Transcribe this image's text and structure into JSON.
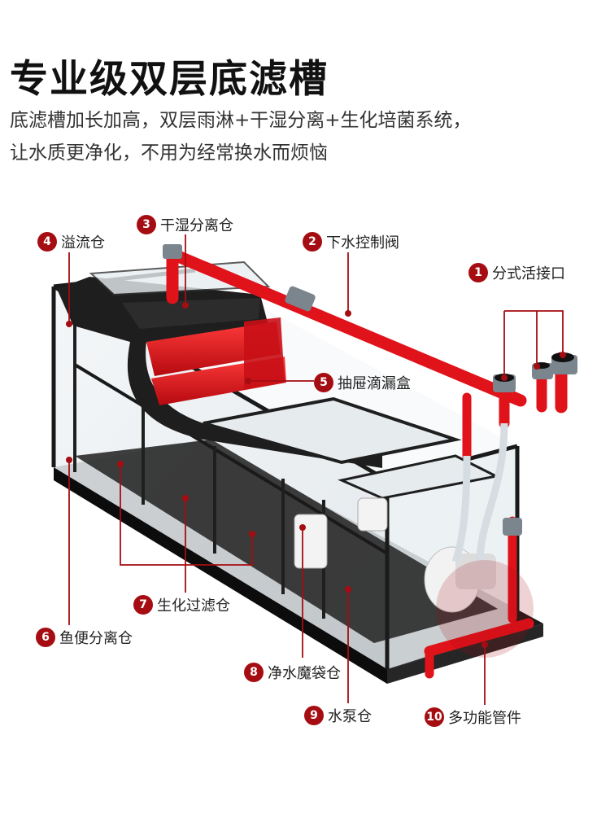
{
  "header": {
    "title": "专业级双层底滤槽",
    "subtitle_line1": "底滤槽加长加高，双层雨淋+干湿分离+生化培菌系统，",
    "subtitle_line2": "让水质更净化，不用为经常换水而烦恼"
  },
  "callouts": [
    {
      "num": "1",
      "text": "分式活接口"
    },
    {
      "num": "2",
      "text": "下水控制阀"
    },
    {
      "num": "3",
      "text": "干湿分离仓"
    },
    {
      "num": "4",
      "text": "溢流仓"
    },
    {
      "num": "5",
      "text": "抽屉滴漏盒"
    },
    {
      "num": "6",
      "text": "鱼便分离仓"
    },
    {
      "num": "7",
      "text": "生化过滤仓"
    },
    {
      "num": "8",
      "text": "净水魔袋仓"
    },
    {
      "num": "9",
      "text": "水泵仓"
    },
    {
      "num": "10",
      "text": "多功能管件"
    }
  ],
  "colors": {
    "accent": "#a50d12",
    "pipe": "#e0121a",
    "frame": "#1a1a1a"
  }
}
